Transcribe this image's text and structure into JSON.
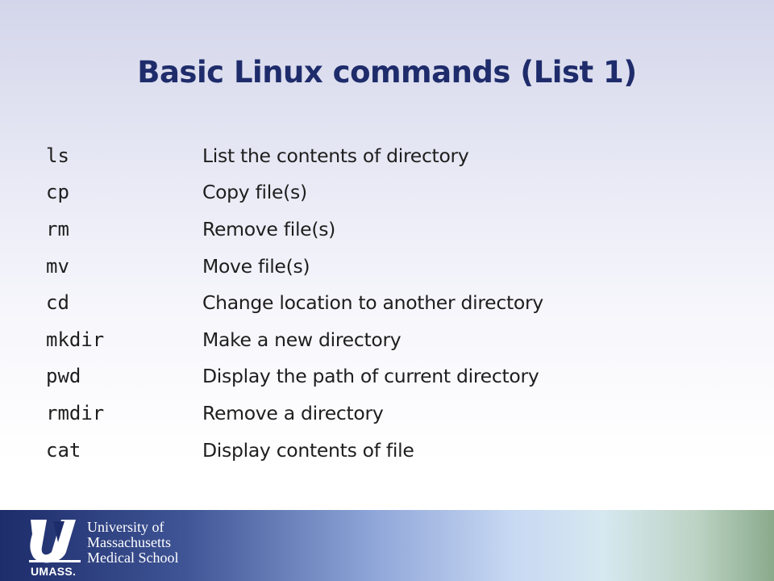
{
  "slide": {
    "title": "Basic Linux commands (List 1)",
    "commands": [
      {
        "name": "ls",
        "description": "List the contents of directory"
      },
      {
        "name": "cp",
        "description": "Copy file(s)"
      },
      {
        "name": "rm",
        "description": "Remove file(s)"
      },
      {
        "name": "mv",
        "description": "Move file(s)"
      },
      {
        "name": "cd",
        "description": "Change location to another directory"
      },
      {
        "name": "mkdir",
        "description": "Make a new directory"
      },
      {
        "name": "pwd",
        "description": "Display the path of current directory"
      },
      {
        "name": "rmdir",
        "description": "Remove a directory"
      },
      {
        "name": "cat",
        "description": "Display contents of file"
      }
    ]
  },
  "footer": {
    "logo": {
      "wordmark": "UMASS.",
      "line1": "University of",
      "line2": "Massachusetts",
      "line3": "Medical School",
      "icon": "umass-u-logo-icon"
    }
  },
  "colors": {
    "title": "#1f2c6b",
    "text": "#1e1e1e",
    "footer_dark": "#1d2c6a",
    "footer_green": "#8aaa8c"
  }
}
